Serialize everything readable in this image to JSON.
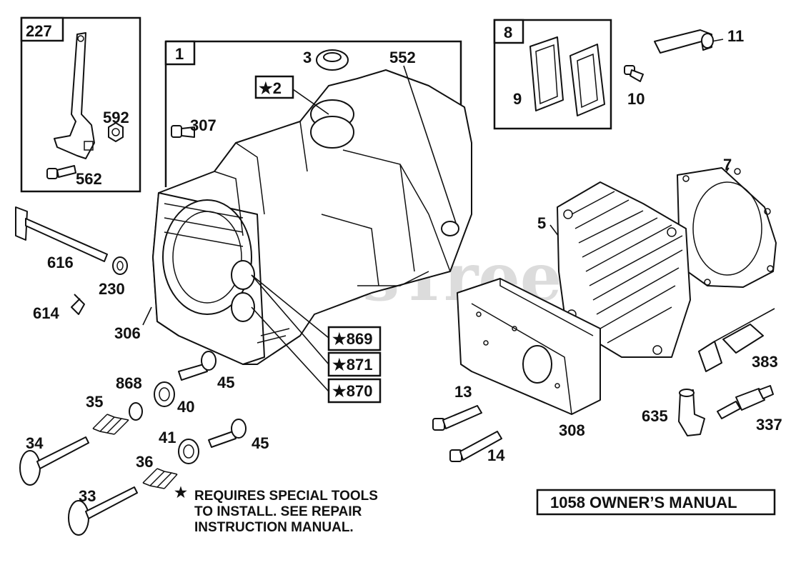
{
  "callouts": {
    "c227": "227",
    "c592": "592",
    "c562": "562",
    "c1": "1",
    "c3": "3",
    "c552": "552",
    "c2": "★2",
    "c307": "307",
    "c8": "8",
    "c9": "9",
    "c10": "10",
    "c11": "11",
    "c7": "7",
    "c5": "5",
    "c616": "616",
    "c230": "230",
    "c614": "614",
    "c306": "306",
    "c869": "★869",
    "c871": "★871",
    "c870": "★870",
    "c383": "383",
    "c868": "868",
    "c45a": "45",
    "c35": "35",
    "c40": "40",
    "c13": "13",
    "c308": "308",
    "c635": "635",
    "c337": "337",
    "c34": "34",
    "c41": "41",
    "c45b": "45",
    "c14": "14",
    "c36": "36",
    "c33": "33"
  },
  "note": {
    "star": "★",
    "line1": "REQUIRES SPECIAL TOOLS",
    "line2": "TO INSTALL.  SEE REPAIR",
    "line3": "INSTRUCTION MANUAL."
  },
  "manual_label": "1058 OWNER’S MANUAL",
  "watermark": "PartsTree"
}
